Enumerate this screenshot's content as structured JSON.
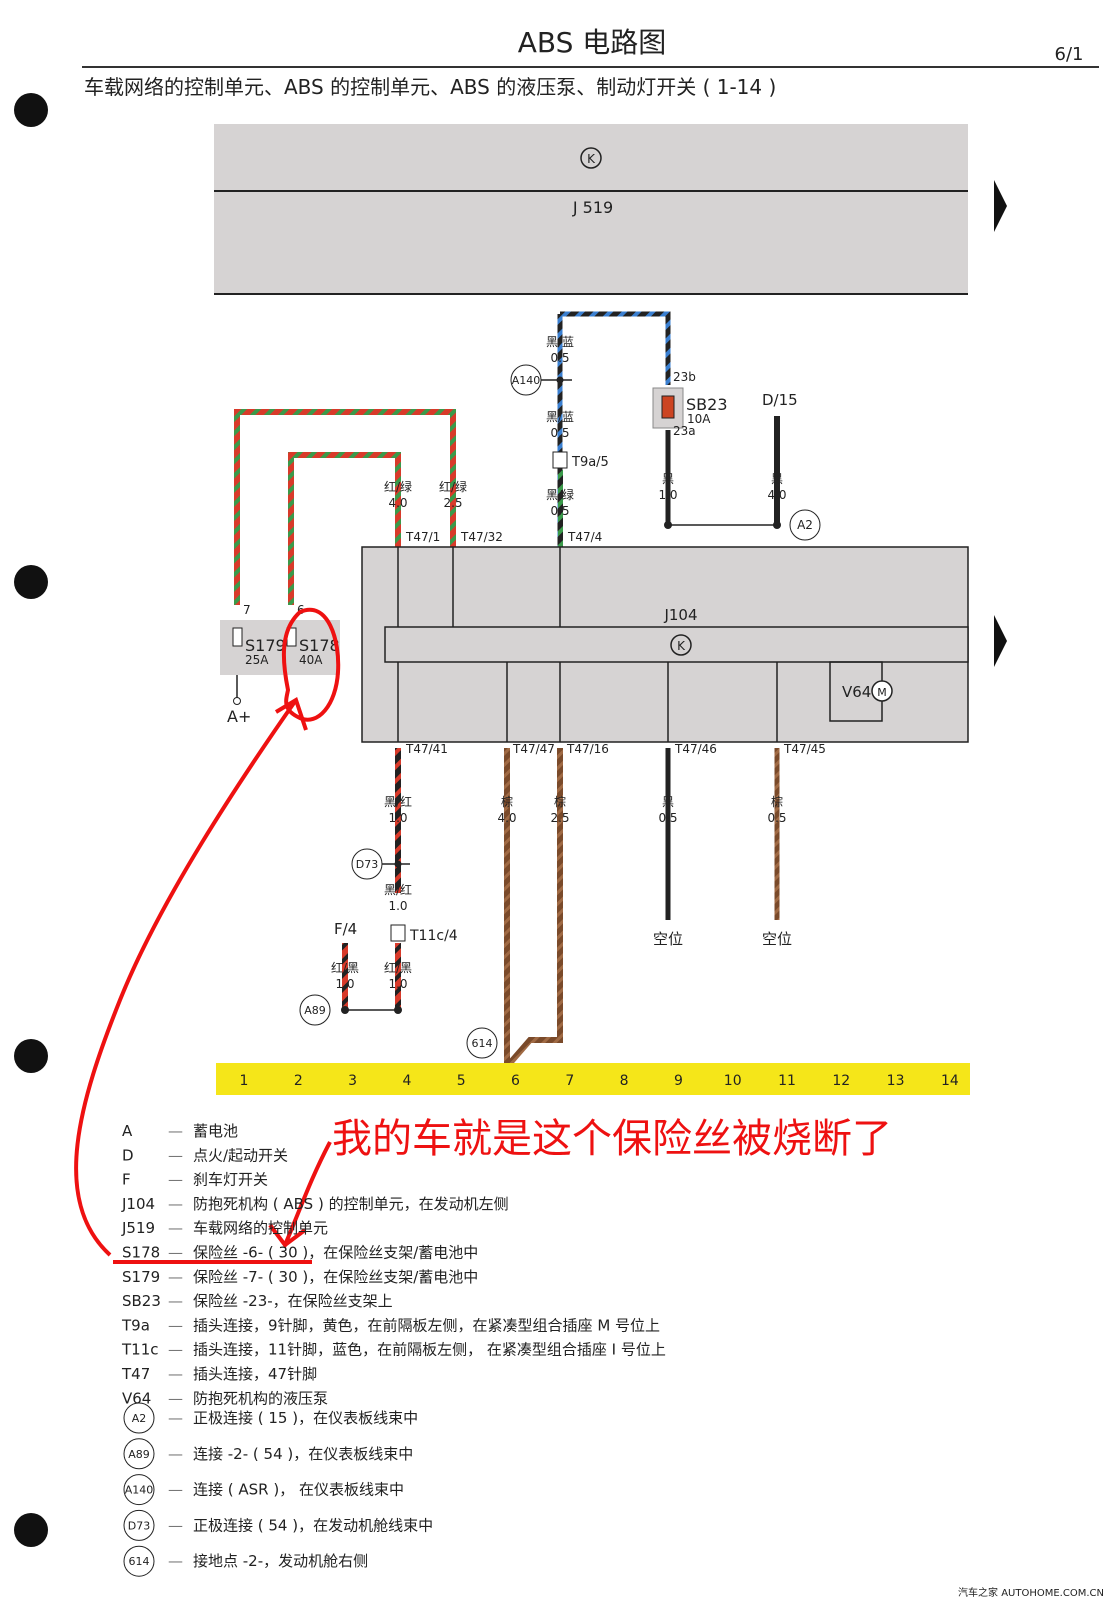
{
  "header": {
    "title": "ABS 电路图",
    "page": "6/1",
    "subtitle": "车载网络的控制单元、ABS 的控制单元、ABS 的液压泵、制动灯开关 ( 1-14 )"
  },
  "units": {
    "j519": "J 519",
    "j104": "J104",
    "v64": "V64",
    "k_symbol": "K",
    "motor": "M"
  },
  "wires": {
    "w_a140_top_color": "黑/蓝",
    "w_a140_top_size": "0.5",
    "w_a140_bot_color": "黑/蓝",
    "w_a140_bot_size": "0.5",
    "w_t9a_color": "黑/绿",
    "w_t9a_size": "0.5",
    "w_t47_1_color": "红/绿",
    "w_t47_1_size": "4.0",
    "w_t47_32_color": "红/绿",
    "w_t47_32_size": "2.5",
    "w_sb23_color": "黑",
    "w_sb23_size": "1.0",
    "w_d15_color": "黑",
    "w_d15_size": "4.0",
    "w_t47_41_color": "黑/红",
    "w_t47_41_size": "1.0",
    "w_d73_color": "黑/红",
    "w_d73_size": "1.0",
    "w_t11c_color": "红/黑",
    "w_t11c_size": "1.0",
    "w_f4_color": "红/黑",
    "w_f4_size": "1.0",
    "w_t47_47_color": "棕",
    "w_t47_47_size": "4.0",
    "w_t47_16_color": "棕",
    "w_t47_16_size": "2.5",
    "w_t47_46_color": "黑",
    "w_t47_46_size": "0.5",
    "w_t47_45_color": "棕",
    "w_t47_45_size": "0.5"
  },
  "pins": {
    "t47_1": "T47/1",
    "t47_32": "T47/32",
    "t47_4": "T47/4",
    "t47_41": "T47/41",
    "t47_47": "T47/47",
    "t47_16": "T47/16",
    "t47_46": "T47/46",
    "t47_45": "T47/45",
    "t9a_5": "T9a/5",
    "t11c_4": "T11c/4",
    "pin23b": "23b",
    "pin23a": "23a",
    "pin7": "7",
    "pin6": "6"
  },
  "components": {
    "sb23": "SB23",
    "sb23_rating": "10A",
    "s179": "S179",
    "s179_rating": "25A",
    "s178": "S178",
    "s178_rating": "40A",
    "a_plus": "A+",
    "d15": "D/15",
    "f4": "F/4",
    "unused_1": "空位",
    "unused_2": "空位"
  },
  "connectors": {
    "a140": "A140",
    "a2": "A2",
    "d73": "D73",
    "a89": "A89",
    "g614": "614"
  },
  "ruler": [
    "1",
    "2",
    "3",
    "4",
    "5",
    "6",
    "7",
    "8",
    "9",
    "10",
    "11",
    "12",
    "13",
    "14"
  ],
  "annotation": "我的车就是这个保险丝被烧断了",
  "legend": [
    {
      "key": "A",
      "text": "蓄电池"
    },
    {
      "key": "D",
      "text": "点火/起动开关"
    },
    {
      "key": "F",
      "text": "刹车灯开关"
    },
    {
      "key": "J104",
      "text": "防抱死机构 ( ABS ) 的控制单元，在发动机左侧"
    },
    {
      "key": "J519",
      "text": "车载网络的控制单元"
    },
    {
      "key": "S178",
      "text": "保险丝 -6- ( 30 )，在保险丝支架/蓄电池中"
    },
    {
      "key": "S179",
      "text": "保险丝 -7- ( 30 )，在保险丝支架/蓄电池中"
    },
    {
      "key": "SB23",
      "text": "保险丝 -23-，在保险丝支架上"
    },
    {
      "key": "T9a",
      "text": "插头连接，9针脚，黄色，在前隔板左侧，在紧凑型组合插座 M 号位上"
    },
    {
      "key": "T11c",
      "text": "插头连接，11针脚，蓝色，在前隔板左侧， 在紧凑型组合插座 I 号位上"
    },
    {
      "key": "T47",
      "text": "插头连接，47针脚"
    },
    {
      "key": "V64",
      "text": "防抱死机构的液压泵"
    }
  ],
  "legend_circles": [
    {
      "key": "A2",
      "text": "正极连接 ( 15 )，在仪表板线束中"
    },
    {
      "key": "A89",
      "text": "连接 -2- ( 54 )，在仪表板线束中"
    },
    {
      "key": "A140",
      "text": "连接 ( ASR )， 在仪表板线束中"
    },
    {
      "key": "D73",
      "text": "正极连接 ( 54 )，在发动机舱线束中"
    },
    {
      "key": "614",
      "text": "接地点 -2-，发动机舱右侧"
    }
  ],
  "footer": "汽车之家 AUTOHOME.COM.CN",
  "colors": {
    "panel": "#d6d3d3",
    "ruler": "#f5e619",
    "red_mark": "#ee1111",
    "brown": "#7a4a2a",
    "blue": "#3a7fd0",
    "green": "#3a9a4a",
    "wire_red": "#d83a2a"
  }
}
